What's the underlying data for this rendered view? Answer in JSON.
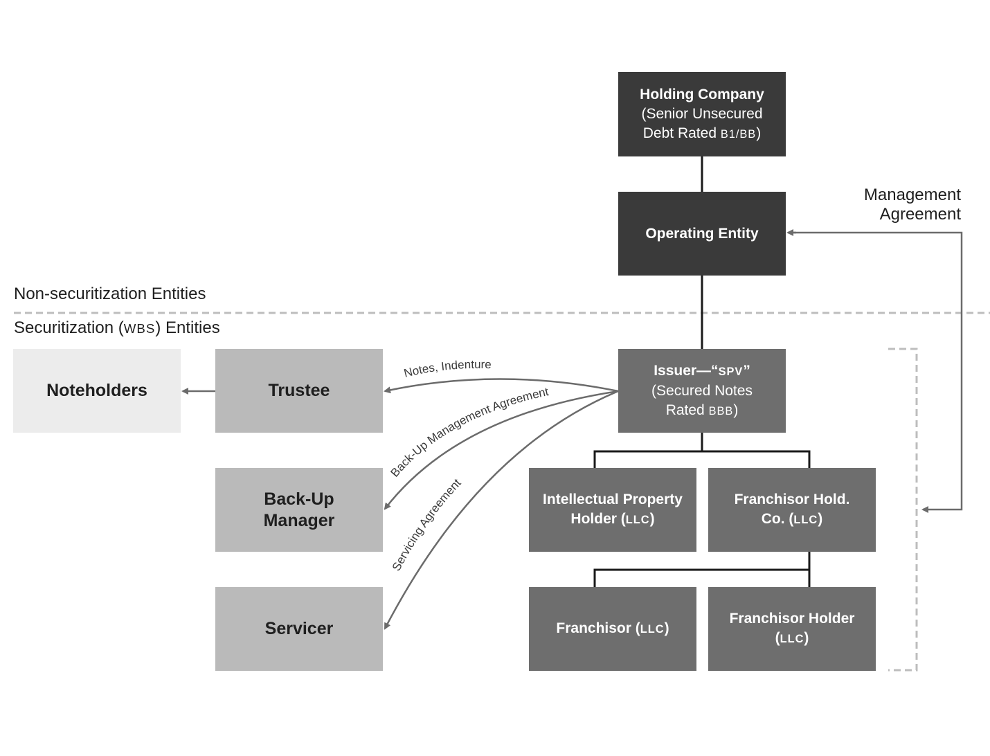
{
  "sections": {
    "non_securitization": "Non-securitization Entities",
    "securitization_prefix": "Securitization (",
    "securitization_abbr": "WBS",
    "securitization_suffix": ") Entities"
  },
  "boxes": {
    "holding_company": {
      "title": "Holding Company",
      "line2": "(Senior Unsecured",
      "line3_prefix": "Debt Rated ",
      "line3_rating": "B1/BB",
      "line3_suffix": ")"
    },
    "operating_entity": {
      "title": "Operating Entity"
    },
    "issuer": {
      "title_prefix": "Issuer—“",
      "title_abbr": "SPV",
      "title_suffix": "”",
      "line2": "(Secured Notes",
      "line3_prefix": "Rated ",
      "line3_rating": "BBB",
      "line3_suffix": ")"
    },
    "noteholders": {
      "title": "Noteholders"
    },
    "trustee": {
      "title": "Trustee"
    },
    "backup_manager": {
      "line1": "Back-Up",
      "line2": "Manager"
    },
    "servicer": {
      "title": "Servicer"
    },
    "ip_holder": {
      "line1": "Intellectual Property",
      "line2_prefix": "Holder (",
      "line2_abbr": "LLC",
      "line2_suffix": ")"
    },
    "franchisor_hold_co": {
      "line1": "Franchisor Hold.",
      "line2_prefix": "Co. (",
      "line2_abbr": "LLC",
      "line2_suffix": ")"
    },
    "franchisor": {
      "prefix": "Franchisor (",
      "abbr": "LLC",
      "suffix": ")"
    },
    "franchisor_holder": {
      "line1": "Franchisor Holder",
      "line2_prefix": "(",
      "line2_abbr": "LLC",
      "line2_suffix": ")"
    }
  },
  "management_agreement": {
    "line1": "Management",
    "line2": "Agreement"
  },
  "arrow_labels": {
    "notes_indenture": "Notes, Indenture",
    "backup_management": "Back-Up Management Agreement",
    "servicing": "Servicing Agreement"
  },
  "colors": {
    "dark_box": "#3a3a3a",
    "mid_box": "#6e6e6e",
    "light_box": "#bababa",
    "pale_box": "#ececec",
    "line": "#1a1a1a",
    "arrow": "#6b6b6b",
    "dashed": "#bdbdbd"
  }
}
